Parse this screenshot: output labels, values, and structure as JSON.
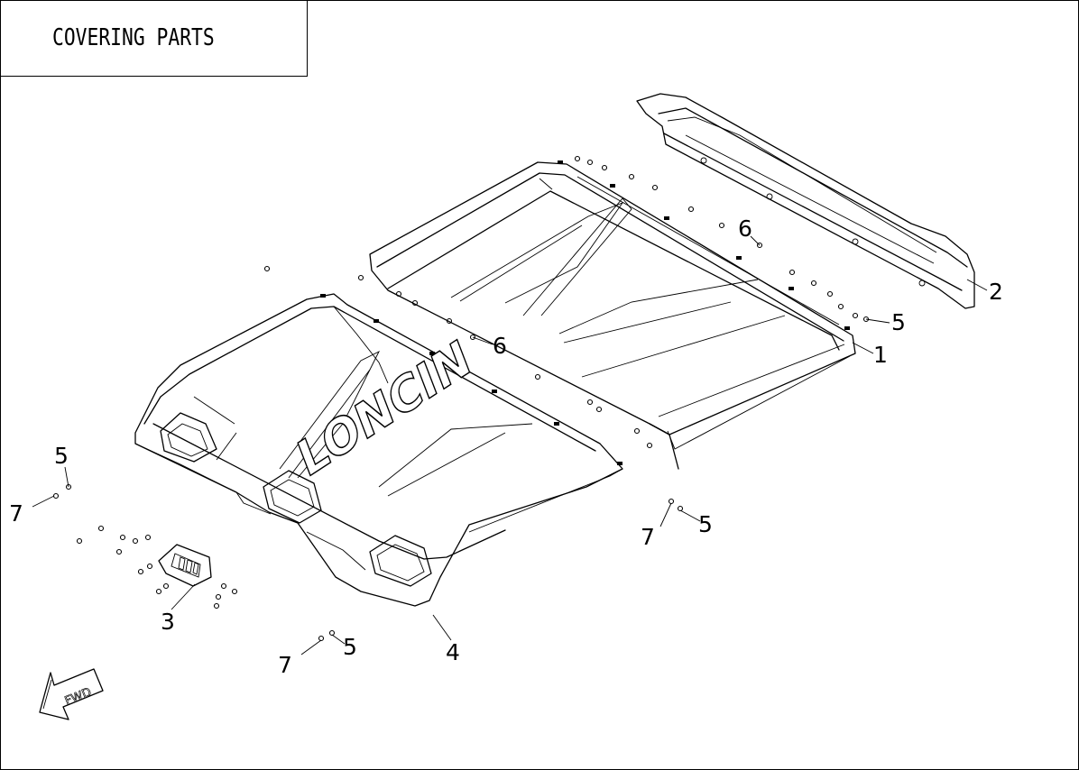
{
  "title": "COVERING PARTS",
  "brand_logo_text": "LONCIN",
  "fwd_label": "FWD",
  "callouts": {
    "c1": "1",
    "c2": "2",
    "c3": "3",
    "c4": "4",
    "c5a": "5",
    "c5b": "5",
    "c5c": "5",
    "c5d": "5",
    "c6a": "6",
    "c6b": "6",
    "c7a": "7",
    "c7b": "7",
    "c7c": "7"
  }
}
